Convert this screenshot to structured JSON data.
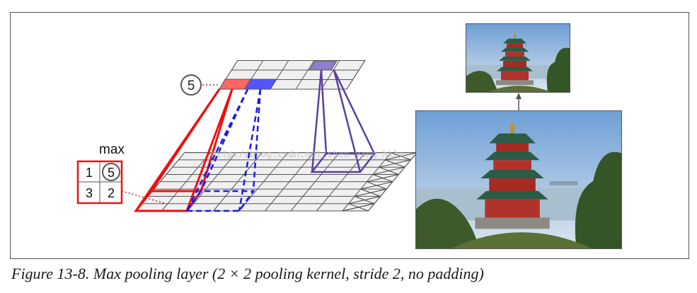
{
  "figure": {
    "caption": "Figure 13-8. Max pooling layer (2 × 2 pooling kernel, stride 2, no padding)"
  },
  "pooling_example": {
    "operation_label": "max",
    "values": [
      "1",
      "5",
      "3",
      "2"
    ],
    "result": "5"
  },
  "watermark": "http://blog.csdn.net/shen_yang_hkbu",
  "colors": {
    "red": "#ee1111",
    "blue": "#1a1aee",
    "purple": "#5a3fa0",
    "grid_fill": "#f0f0f0",
    "grid_line": "#555555"
  },
  "images": {
    "input_photo": "pagoda-photo-large",
    "output_photo": "pagoda-photo-small"
  }
}
